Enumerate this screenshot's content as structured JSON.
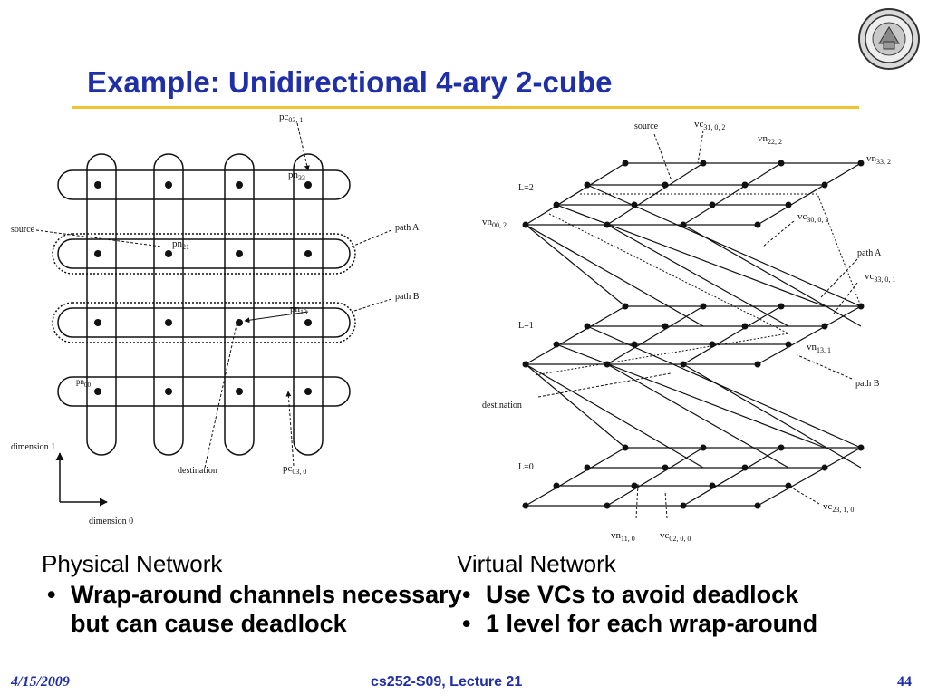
{
  "slide": {
    "title": "Example: Unidirectional 4-ary 2-cube"
  },
  "physical_diagram": {
    "labels": {
      "pc03_1": "pc",
      "pc03_1_sub": "03, 1",
      "pn33": "pn",
      "pn33_sub": "33",
      "source": "source",
      "pn21": "pn",
      "pn21_sub": "21",
      "path_a": "path  A",
      "path_b": "path B",
      "pn13": "pn",
      "pn13_sub": "13",
      "pn00": "pn",
      "pn00_sub": "00",
      "dimension1": "dimension 1",
      "destination": "destination",
      "pc03_0": "pc",
      "pc03_0_sub": "03, 0",
      "dimension0": "dimension 0"
    }
  },
  "virtual_diagram": {
    "labels": {
      "source": "source",
      "vc31": "vc",
      "vc31_sub": "31, 0, 2",
      "vn22": "vn",
      "vn22_sub": "22, 2",
      "vn33": "vn",
      "vn33_sub": "33, 2",
      "level2": "L=2",
      "vn00": "vn",
      "vn00_sub": "00, 2",
      "vc30": "vc",
      "vc30_sub": "30, 0, 2",
      "path_a": "path  A",
      "vc33": "vc",
      "vc33_sub": "33, 0, 1",
      "level1": "L=1",
      "vn13": "vn",
      "vn13_sub": "13, 1",
      "path_b": "path B",
      "destination": "destination",
      "level0": "L=0",
      "vc23": "vc",
      "vc23_sub": "23, 1, 0",
      "vn11": "vn",
      "vn11_sub": "11, 0",
      "vc02": "vc",
      "vc02_sub": "02, 0, 0"
    }
  },
  "left_column": {
    "heading": "Physical Network",
    "bullets": [
      "Wrap-around channels necessary but can cause deadlock"
    ]
  },
  "right_column": {
    "heading": "Virtual Network",
    "bullets": [
      "Use VCs to avoid deadlock",
      "1 level for each wrap-around"
    ]
  },
  "footer": {
    "date": "4/15/2009",
    "course": "cs252-S09, Lecture 21",
    "page": "44"
  }
}
